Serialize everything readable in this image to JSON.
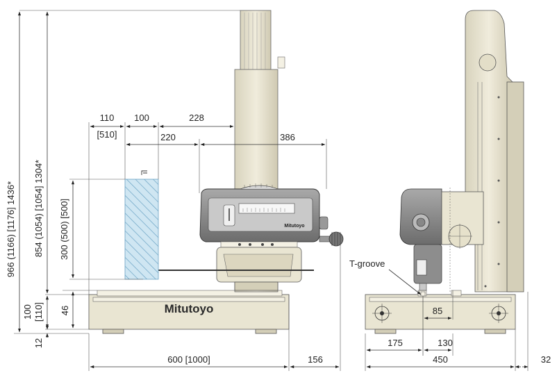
{
  "brand": {
    "logo_text": "Mitutoyo",
    "unit_label": "Mitutoyo"
  },
  "front_view": {
    "dims_vertical": {
      "total_height": "966 (1166) [1176] 1436*",
      "column_height": "854 (1054) [1054] 1304*",
      "measuring_range": "300 (500) [500]",
      "base_height": "100",
      "base_height_alt": "[110]",
      "table_height": "46",
      "foot_height": "12"
    },
    "dims_horizontal": {
      "d110": "110",
      "d510": "[510]",
      "d100": "100",
      "d228": "228",
      "d220": "220",
      "d386": "386",
      "base_width": "600 [1000]",
      "d156": "156"
    }
  },
  "side_view": {
    "label_tgroove": "T-groove",
    "dims": {
      "d85": "85",
      "d175": "175",
      "d130": "130",
      "d450": "450",
      "d32": "32"
    }
  }
}
